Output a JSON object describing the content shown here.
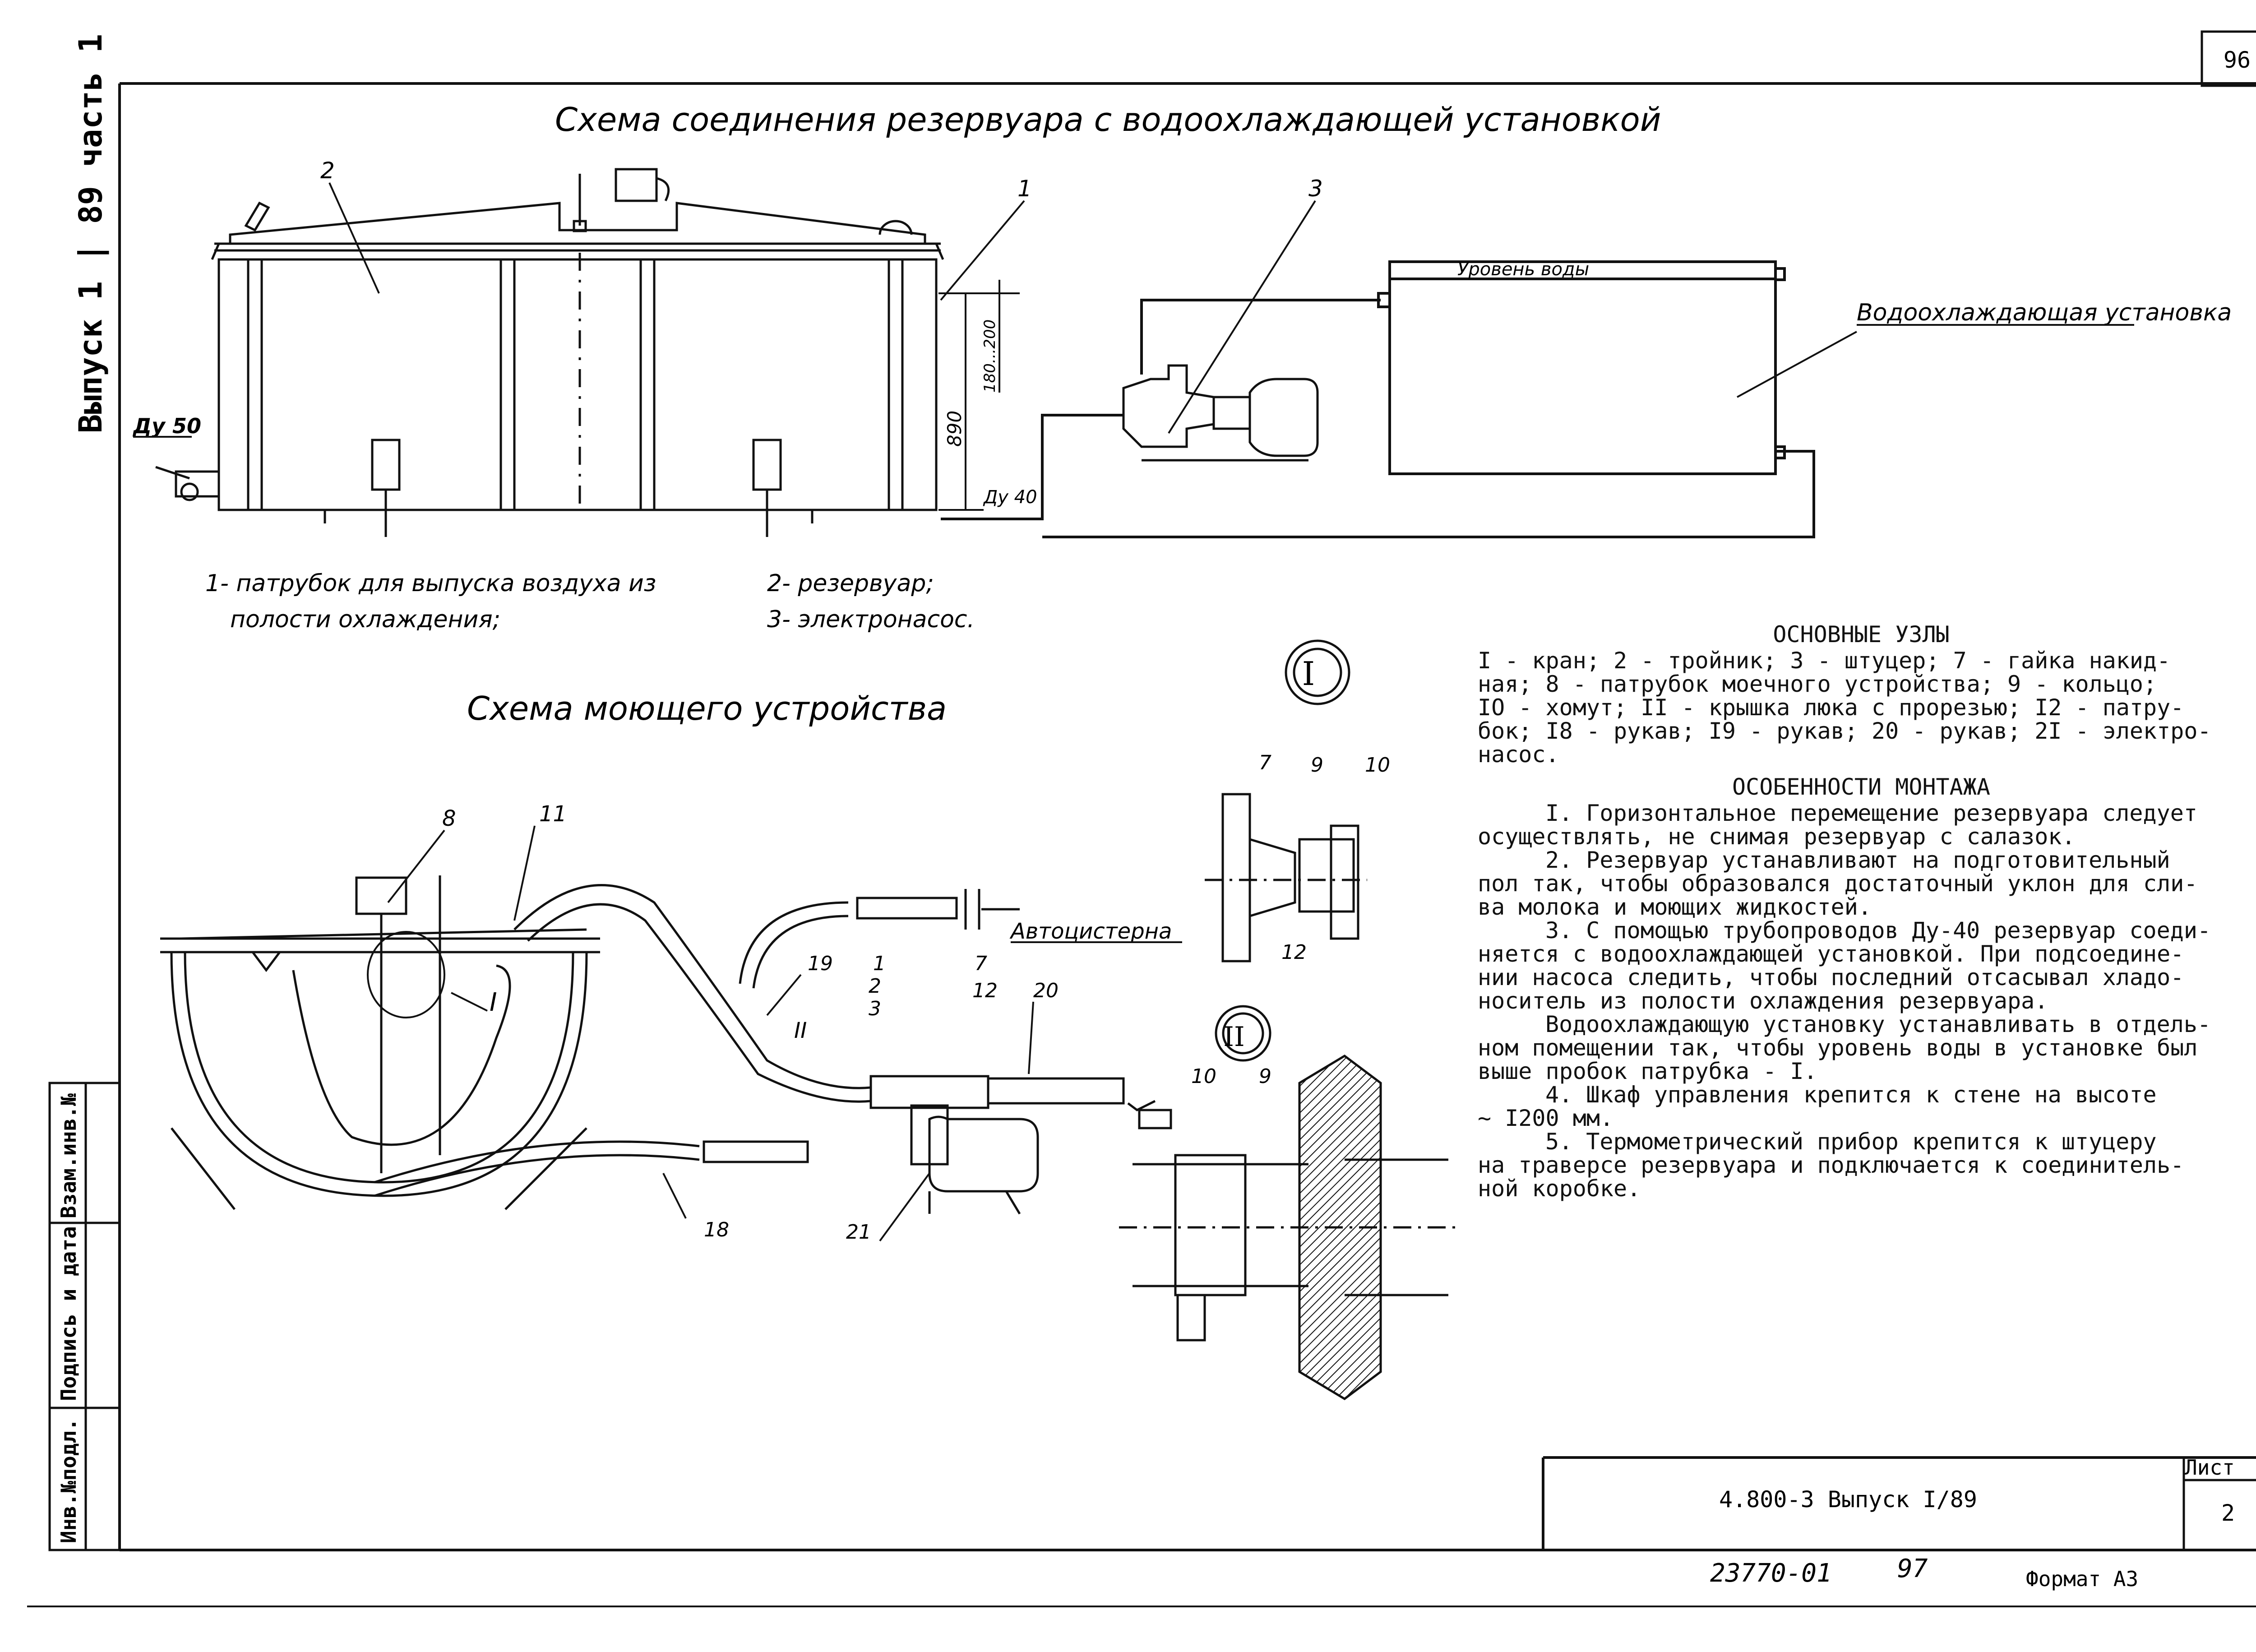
{
  "page": {
    "page_number": "96",
    "side_text": "Выпуск 1 | 89 часть 1"
  },
  "top_scheme": {
    "title": "Схема соединения резервуара с водоохлаждающей установкой",
    "labels": {
      "n1": "1",
      "n2": "2",
      "n3": "3",
      "du50": "Ду 50",
      "du40": "Ду 40",
      "dim_890": "890",
      "dim_180": "180...200",
      "water_level": "Уровень воды",
      "unit": "Водоохлаждающая установка"
    },
    "legend": {
      "item1_line1": "1- патрубок для выпуска воздуха из",
      "item1_line2": "полости охлаждения;",
      "item2": "2- резервуар;",
      "item3": "3- электронасос."
    }
  },
  "wash_scheme": {
    "title": "Схема моющего устройства",
    "labels": {
      "n8": "8",
      "n11": "11",
      "n19": "19",
      "n1": "1",
      "n7": "7",
      "n2": "2",
      "n12": "12",
      "n3": "3",
      "n20": "20",
      "n18": "18",
      "n21": "21",
      "roman1": "I",
      "roman2": "II",
      "truck": "Автоцистерна"
    }
  },
  "details": {
    "d1": {
      "mark": "I",
      "n7": "7",
      "n9": "9",
      "n10": "10",
      "n12": "12"
    },
    "d2": {
      "mark": "II",
      "n10": "10",
      "n9": "9"
    }
  },
  "notes": {
    "nodes_title": "ОСНОВНЫЕ УЗЛЫ",
    "nodes_lines": [
      "I - кран; 2 - тройник; 3 - штуцер; 7 - гайка накид-",
      "ная; 8 - патрубок моечного устройства; 9 - кольцо;",
      "IO - хомут; II - крышка люка с прорезью; I2 - патру-",
      "бок; I8 - рукав; I9 - рукав; 20 - рукав; 2I - электро-",
      "насос."
    ],
    "mount_title": "ОСОБЕННОСТИ МОНТАЖА",
    "mount_lines": [
      {
        "text": "I. Горизонтальное перемещение резервуара следует",
        "indent": true
      },
      {
        "text": "осуществлять, не снимая резервуар с салазок.",
        "indent": false
      },
      {
        "text": "2. Резервуар устанавливают на подготовительный",
        "indent": true
      },
      {
        "text": "пол так, чтобы образовался достаточный уклон для сли-",
        "indent": false
      },
      {
        "text": "ва молока и моющих жидкостей.",
        "indent": false
      },
      {
        "text": "3. С помощью трубопроводов Ду-40 резервуар соеди-",
        "indent": true
      },
      {
        "text": "няется с водоохлаждающей установкой. При подсоедине-",
        "indent": false
      },
      {
        "text": "нии насоса следить, чтобы последний отсасывал хладо-",
        "indent": false
      },
      {
        "text": "носитель из полости охлаждения резервуара.",
        "indent": false
      },
      {
        "text": "Водоохлаждающую установку устанавливать в отдель-",
        "indent": true
      },
      {
        "text": "ном помещении так, чтобы уровень воды в установке был",
        "indent": false
      },
      {
        "text": "выше пробок патрубка - I.",
        "indent": false
      },
      {
        "text": "4. Шкаф управления крепится к стене на высоте",
        "indent": true
      },
      {
        "text": "~ I200 мм.",
        "indent": false
      },
      {
        "text": "5. Термометрический прибор крепится к штуцеру",
        "indent": true
      },
      {
        "text": "на траверсе резервуара и подключается к соединитель-",
        "indent": false
      },
      {
        "text": "ной коробке.",
        "indent": false
      }
    ]
  },
  "stamp": {
    "doc": "4.800-3 Выпуск I/89",
    "sheet_label": "Лист",
    "sheet_no": "2",
    "inv_number": "23770-01",
    "copy_no": "97",
    "format": "Формат А3",
    "side_cells": [
      "Инв.№подл.",
      "Подпись и дата",
      "Взам.инв.№"
    ]
  }
}
